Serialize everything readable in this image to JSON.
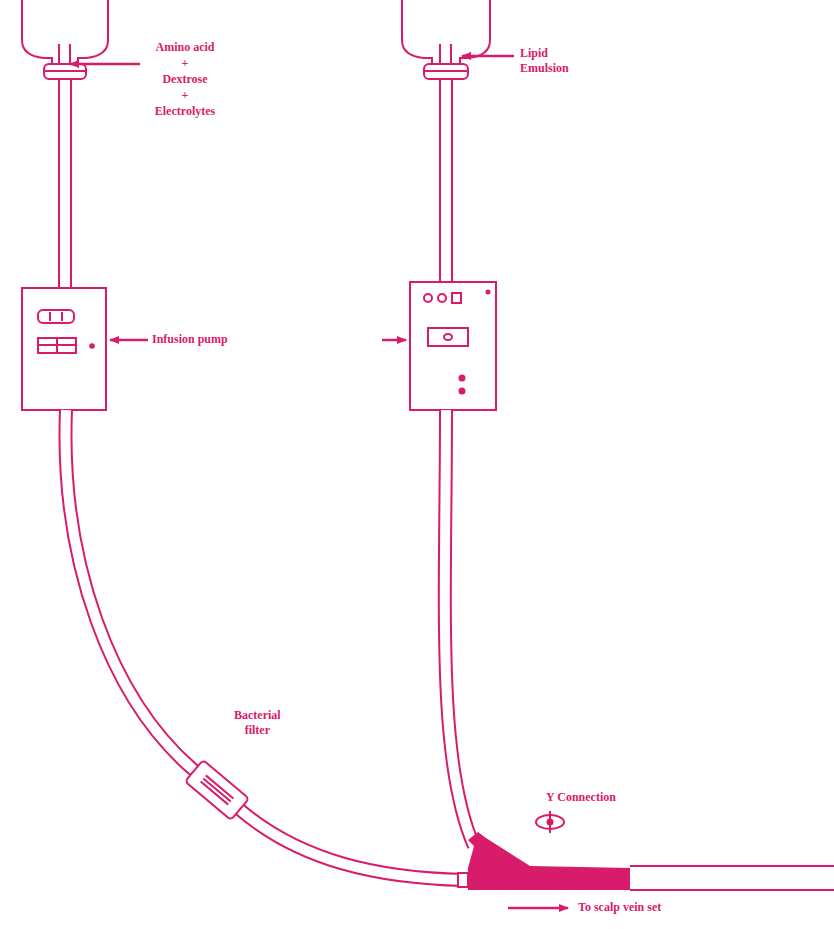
{
  "diagram": {
    "labels": [
      "Amino acid",
      "+",
      "Dextrose",
      "+",
      "Electrolytes",
      "Lipid Emulsion",
      "Infusion pump",
      "Bacterial filter",
      "Y Connection",
      "To scalp vein set"
    ]
  }
}
